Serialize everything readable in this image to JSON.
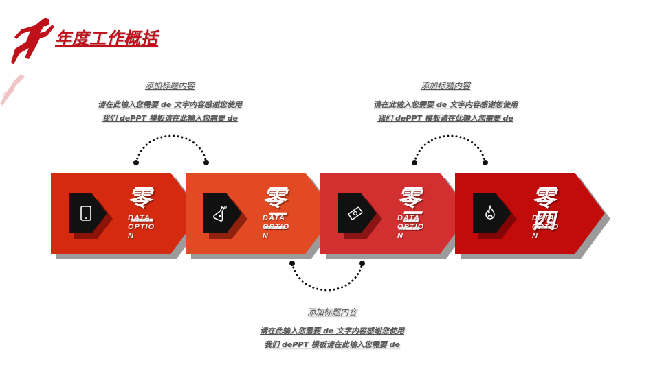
{
  "header": {
    "title": "年度工作概括"
  },
  "info_blocks": [
    {
      "title": "添加标题内容",
      "line1": "请在此输入您需要 de 文字内容感谢您使用",
      "line2": "我们 dePPT 模板请在此输入您需要 de"
    },
    {
      "title": "添加标题内容",
      "line1": "请在此输入您需要 de 文字内容感谢您使用",
      "line2": "我们 dePPT 模板请在此输入您需要 de"
    },
    {
      "title": "添加标题内容",
      "line1": "请在此输入您需要 de 文字内容感谢您使用",
      "line2": "我们 dePPT 模板请在此输入您需要 de"
    }
  ],
  "steps": [
    {
      "numeral": "零一",
      "label": "DATA OPTION",
      "icon": "tablet-icon",
      "color": "#d42a10"
    },
    {
      "numeral": "零二",
      "label": "DATA OPTION",
      "icon": "flask-icon",
      "color": "#e14a22"
    },
    {
      "numeral": "零三",
      "label": "DATA OPTION",
      "icon": "money-icon",
      "color": "#d23030"
    },
    {
      "numeral": "零四",
      "label": "DATA OPTION",
      "icon": "fire-icon",
      "color": "#c20b0b"
    }
  ],
  "colors": {
    "accent": "#c0101a",
    "shadow": "#9b9b9b",
    "icon_box": "#111111"
  }
}
